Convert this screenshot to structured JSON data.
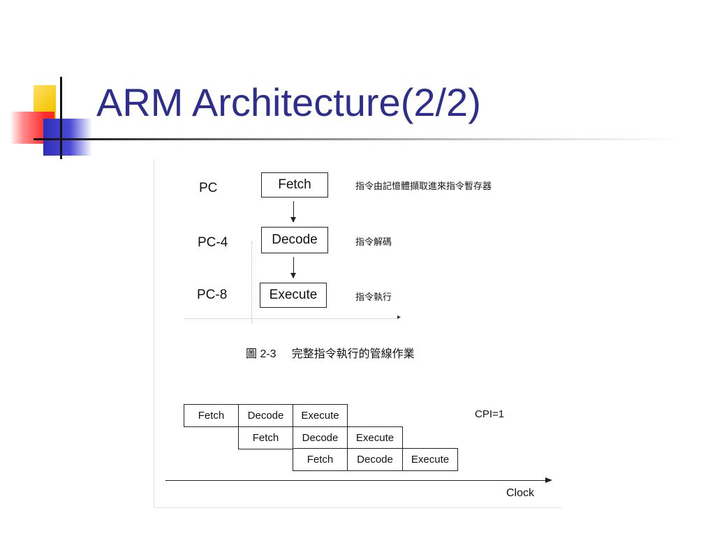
{
  "slide": {
    "title": "ARM Architecture(2/2)"
  },
  "pipeline_flow": {
    "stages": [
      {
        "register": "PC",
        "stage": "Fetch",
        "description": "指令由記憶體擷取進來指令暫存器"
      },
      {
        "register": "PC-4",
        "stage": "Decode",
        "description": "指令解碼"
      },
      {
        "register": "PC-8",
        "stage": "Execute",
        "description": "指令執行"
      }
    ]
  },
  "caption": {
    "number": "圖 2-3",
    "text": "完整指令執行的管線作業"
  },
  "timing": {
    "rows": [
      [
        "Fetch",
        "Decode",
        "Execute"
      ],
      [
        "Fetch",
        "Decode",
        "Execute"
      ],
      [
        "Fetch",
        "Decode",
        "Execute"
      ]
    ],
    "cpi_label": "CPI=1",
    "axis_label": "Clock"
  },
  "colors": {
    "title": "#2e2e8c",
    "accent_yellow": "#f5c400",
    "accent_red": "#ff2a2a",
    "accent_blue": "#2e2eb8"
  }
}
